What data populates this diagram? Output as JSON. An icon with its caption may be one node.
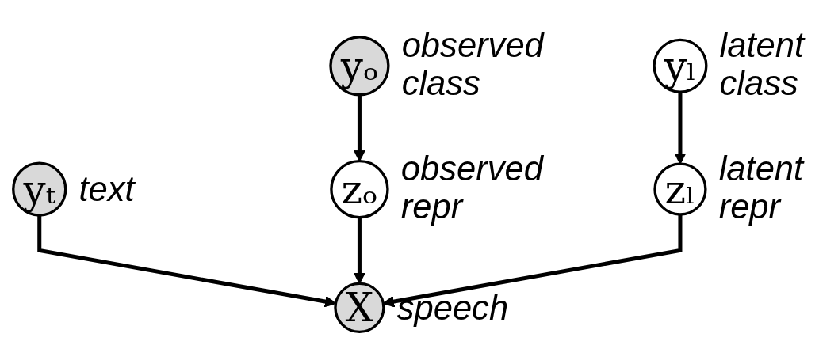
{
  "diagram": {
    "nodes": [
      {
        "text": [
          "yₜ"
        ],
        "beside": [
          "text"
        ]
      },
      {
        "text": [
          "yₒ"
        ],
        "beside": [
          "observed class"
        ]
      },
      {
        "text": [
          "yₗ"
        ],
        "beside": [
          "latent class"
        ]
      },
      {
        "text": [
          "zₒ"
        ],
        "beside": [
          "observed repr"
        ]
      },
      {
        "text": [
          "zₗ"
        ],
        "beside": [
          "latent repr"
        ]
      },
      {
        "text": [
          "X"
        ],
        "beside": [
          "speech"
        ]
      }
    ],
    "edges": [
      {
        "from": 0,
        "to": 5,
        "arrow": "to"
      },
      {
        "from": 1,
        "to": 3,
        "arrow": "to"
      },
      {
        "from": 2,
        "to": 4,
        "arrow": "to"
      },
      {
        "from": 3,
        "to": 5,
        "arrow": "to"
      },
      {
        "from": 4,
        "to": 5,
        "arrow": "to"
      }
    ]
  }
}
